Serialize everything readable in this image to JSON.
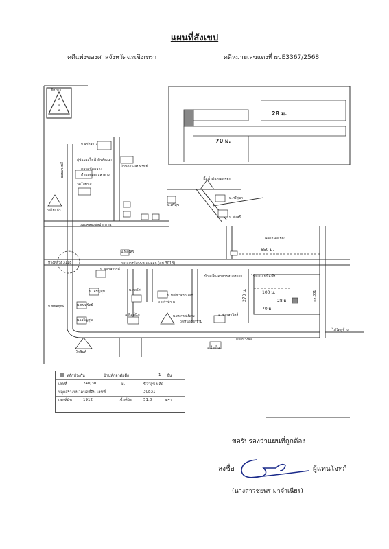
{
  "header": {
    "title": "แผนที่สังเขป",
    "case_left": "คดีแพ่งของศาลจังหวัดฉะเชิงเทรา",
    "case_right": "คดีหมายเลขแดงที่ ผบE3367/2568"
  },
  "compass": {
    "heading": "ทิศทาง",
    "letters": [
      "ท",
      "ธ",
      "น"
    ]
  },
  "inset": {
    "dim_width": "28 ม.",
    "dim_length": "70 ม."
  },
  "map_labels": {
    "school_soi7": "ม.ศรีวิสา 7",
    "shop_1": "อู่ซ่อมรถไฟฟ้ากิจพัฒนา",
    "market": "ตลาดนัดคลอง",
    "market2": "ตำบลคลองปลาดาง",
    "temple1": "วัดโสมนัส",
    "big_house": "บ้านดำรงสินทรัพย์",
    "canal_road": "ถนนคลองชลประทาน",
    "temple_left": "วัดไผ่แก้ว",
    "soi_label": "ซอยบางพลี",
    "pump": "ปั๊มน้ำมันหนองจอก",
    "main_road": "ถนนบางปะกง-หนองจอก (ฉช.3018)",
    "village_1": "ม.ศรีสุข",
    "village_2": "ม.ศรีสุขา",
    "village_3": "ม.สมศรี",
    "dist_650": "650 ม.",
    "dist_100": "100 ม.",
    "dist_270": "270 ม.",
    "dist_28": "28 ม.",
    "dist_70": "70 ม.",
    "nongchok": "แยกหนองจอก",
    "rice_mill": "โรงแรมเหมืองอิน",
    "house_top": "บ้านเลี้ยงอาหารหนองจอก",
    "r1": "ม.พนาสวรรค์",
    "r2": "ม.ชัยพฤกษ์",
    "r3": "ม.เจริญสุข",
    "r4": "ม.ธนทรัพย์",
    "r5": "ม.เจริญสุข",
    "r6": "ม.ทองสุข",
    "r7": "ม.พิมพ์นิภา",
    "r8": "ม.แก้วฟ้า 8",
    "r9": "ม.มณีชาตรานนท์",
    "r10": "ม.พฤกษาวิลล์",
    "r11": "ม.สหกรณ์นิคม",
    "r12": "ม.สดใส",
    "temple_bottom": "วัดพิมพ์",
    "temple_mid": "วัดหนองจิกราม",
    "nongchok_rd": "ทล.331",
    "bottom_right": "ไปวัดหูช้าง",
    "village_bottom": "ม.ใจเย็น",
    "bangpla": "แยกบางพลี",
    "intersection": "ทางหลวง 3118"
  },
  "legend": {
    "marker_label": "หลักประกัน",
    "type_label": "บ้านพักอาศัยตึก",
    "floors_num": "1",
    "floors_unit": "ชั้น",
    "row2_label": "เลขที่",
    "house_no": "240/30",
    "row2_mid": "ม.",
    "row2_place": "ซีวาลูซ หลัด",
    "row3_label": "ปลูกสร้างบนโฉนดที่ดิน เลขที่",
    "deed_no": "30831",
    "row4_label": "เลขที่ดิน",
    "land_no": "1912",
    "area_label": "เนื้อที่ดิน",
    "area_value": "51.8",
    "area_unit": "ตรว."
  },
  "certification": {
    "statement": "ขอรับรองว่าแผนที่ถูกต้อง",
    "sign_label": "ลงชื่อ",
    "role": "ผู้แทนโจทก์",
    "name": "(นางสาวชยพร มาจำเนียร)"
  },
  "colors": {
    "road": "#333333",
    "marker": "#888888",
    "ink": "#1a2a8a",
    "dist": "#333333"
  }
}
